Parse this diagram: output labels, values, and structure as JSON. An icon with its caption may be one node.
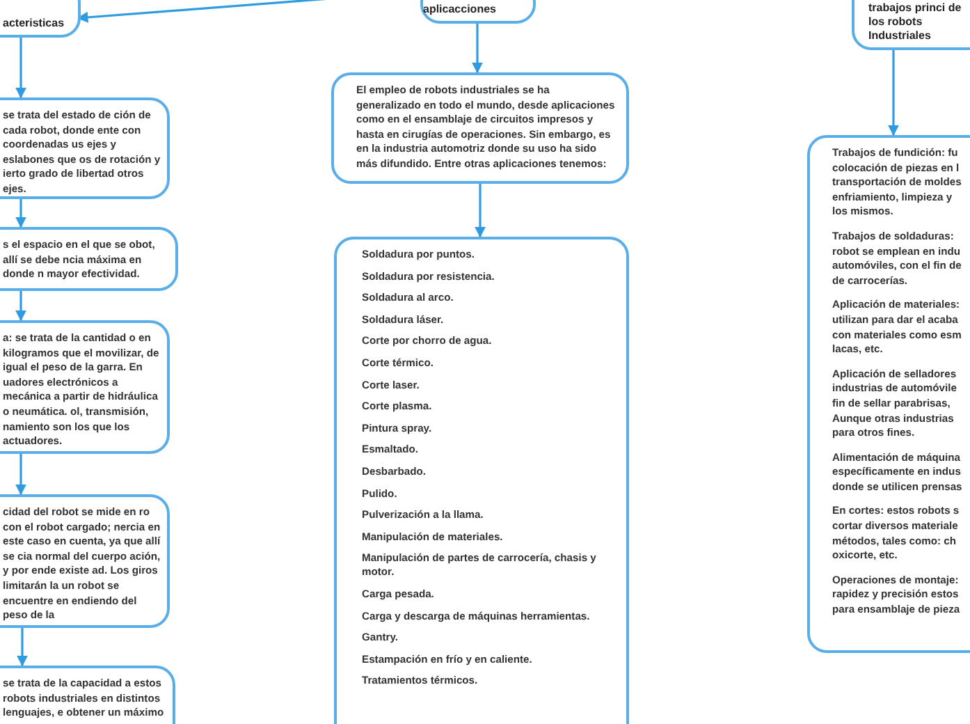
{
  "diagram": {
    "nodes": [
      {
        "text": [
          "acteristicas"
        ]
      },
      {
        "text": [
          "se trata del estado de ción de cada robot, donde ente con coordenadas us ejes y eslabones que os de rotación y ierto grado de libertad otros ejes."
        ]
      },
      {
        "text": [
          "s el espacio en el que se obot, allí se debe ncia máxima en donde n mayor efectividad."
        ]
      },
      {
        "text": [
          "a: se trata de la cantidad o en kilogramos que el movilizar, de igual el peso de la garra. En uadores electrónicos a mecánica a partir de hidráulica o neumática. ol, transmisión, namiento son los que los actuadores."
        ]
      },
      {
        "text": [
          "cidad del robot se mide en ro con el robot cargado; nercia en este caso en cuenta, ya que allí se cia normal del cuerpo ación, y por ende existe ad. Los giros limitarán la un robot se encuentre en endiendo del peso de la"
        ]
      },
      {
        "text": [
          "se trata de la capacidad a estos robots industriales en distintos lenguajes, e obtener un máximo"
        ]
      },
      {
        "text": [
          "aplicacciones"
        ]
      },
      {
        "text": [
          "El empleo de robots industriales se ha generalizado en todo el mundo, desde aplicaciones como en el ensamblaje de circuitos impresos y hasta en cirugías de operaciones. Sin embargo, es en la industria automotriz donde su uso ha sido más difundido. Entre otras aplicaciones tenemos:"
        ]
      },
      {
        "text": [
          "Soldadura por puntos.",
          "Soldadura por resistencia.",
          "Soldadura al arco.",
          "Soldadura láser.",
          "Corte por chorro de agua.",
          "Corte térmico.",
          "Corte laser.",
          "Corte plasma.",
          "Pintura spray.",
          "Esmaltado.",
          "Desbarbado.",
          "Pulido.",
          "Pulverización a la llama.",
          "Manipulación de materiales.",
          "Manipulación de partes de carrocería, chasis y motor.",
          "Carga pesada.",
          "Carga y descarga de máquinas herramientas.",
          "Gantry.",
          "Estampación en frío y en caliente.",
          "Tratamientos térmicos."
        ]
      },
      {
        "text": [
          "trabajos princi de los robots Industriales"
        ]
      },
      {
        "text": [
          "Trabajos de fundición: fu colocación de piezas en l transportación de moldes enfriamiento, limpieza y los mismos.",
          "Trabajos de soldaduras: robot se emplean en indu automóviles, con el fin de de carrocerías.",
          "Aplicación de materiales: utilizan para dar el acaba con materiales como esm lacas, etc.",
          "Aplicación de selladores industrias de automóvile fin de sellar parabrisas, Aunque otras industrias para otros fines.",
          "Alimentación de máquina específicamente en indus donde se utilicen prensas",
          "En cortes: estos robots s cortar diversos materiale métodos, tales como: ch oxicorte, etc.",
          "Operaciones de montaje: rapidez y precisión estos para ensamblaje de pieza"
        ]
      }
    ],
    "edges": [
      {
        "from": null,
        "to": 0,
        "arrow": "to"
      },
      {
        "from": 0,
        "to": 1,
        "arrow": "to"
      },
      {
        "from": 1,
        "to": 2,
        "arrow": "to"
      },
      {
        "from": 2,
        "to": 3,
        "arrow": "to"
      },
      {
        "from": 3,
        "to": 4,
        "arrow": "to"
      },
      {
        "from": 4,
        "to": 5,
        "arrow": "to"
      },
      {
        "from": 6,
        "to": 7,
        "arrow": "to"
      },
      {
        "from": 7,
        "to": 8,
        "arrow": "to"
      },
      {
        "from": 9,
        "to": 10,
        "arrow": "to"
      }
    ]
  }
}
